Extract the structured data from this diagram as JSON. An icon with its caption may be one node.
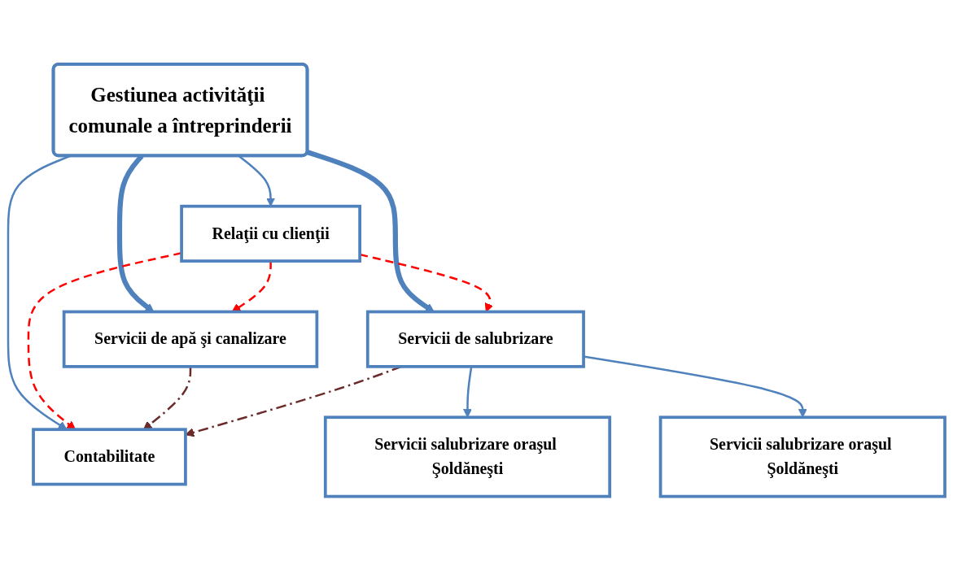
{
  "diagram": {
    "nodes": [
      {
        "text": [
          "Relaţii cu clienţii"
        ]
      },
      {
        "text": [
          "Gestiunea activităţii comunale a întreprinderii"
        ]
      },
      {
        "text": [
          "Contabilitate"
        ]
      },
      {
        "text": [
          "Servicii de apă şi canalizare"
        ]
      },
      {
        "text": [
          "Servicii de salubrizare"
        ]
      },
      {
        "text": [
          "Servicii salubrizare oraşul Şoldăneşti"
        ]
      },
      {
        "text": [
          "Servicii salubrizare oraşul Şoldăneşti"
        ]
      }
    ],
    "edges": [
      {
        "from": 1,
        "to": 0,
        "arrow": "to"
      },
      {
        "from": 1,
        "to": 2,
        "arrow": "to"
      },
      {
        "from": 1,
        "to": 3,
        "arrow": "to",
        "style": "thick"
      },
      {
        "from": 1,
        "to": 4,
        "arrow": "to",
        "style": "thick"
      },
      {
        "from": 0,
        "to": 3,
        "arrow": "to",
        "style": "dashed",
        "color": "#ff0000"
      },
      {
        "from": 0,
        "to": 2,
        "arrow": "to",
        "style": "dashed",
        "color": "#ff0000"
      },
      {
        "from": 0,
        "to": 4,
        "arrow": "to",
        "style": "dashed",
        "color": "#ff0000"
      },
      {
        "from": 3,
        "to": 2,
        "arrow": "to",
        "style": "dashed",
        "color": "#6b2b2b"
      },
      {
        "from": 4,
        "to": 2,
        "arrow": "to",
        "style": "dashed",
        "color": "#6b2b2b"
      },
      {
        "from": 4,
        "to": 5,
        "arrow": "to"
      },
      {
        "from": 4,
        "to": 6,
        "arrow": "to"
      }
    ]
  }
}
